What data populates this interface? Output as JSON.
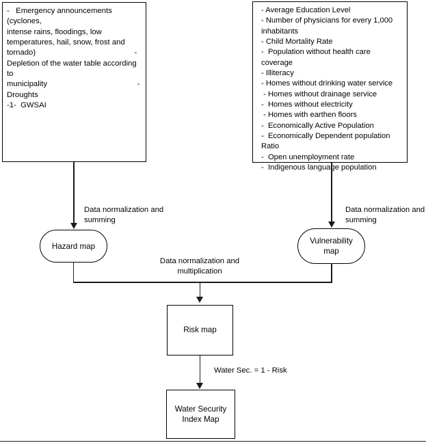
{
  "diagram": {
    "title": "GWSAI Water Security Index workflow",
    "hazard_inputs": {
      "lines": [
        "-   Emergency announcements (cyclones,",
        "intense rains, floodings, low",
        "temperatures, hail, snow, frost and",
        "tornado)                                              -",
        "Depletion of the water table according to",
        "municipality                                          -",
        "Droughts",
        "-1-  GWSAI"
      ]
    },
    "vulnerability_inputs": {
      "lines": [
        "- Average Education Level",
        "- Number of physicians for every 1,000",
        "inhabitants",
        "- Child Mortality Rate",
        "-  Population without health care coverage",
        "- Illiteracy",
        "- Homes without drinking water service",
        " - Homes without drainage service",
        "-  Homes without electricity",
        " - Homes with earthen floors",
        "-  Economically Active Population",
        "-  Economically Dependent population Ratio",
        "-  Open unemployment rate",
        "-  Indigenous language population"
      ]
    },
    "nodes": {
      "hazard_map": "Hazard map",
      "vulnerability_map": "Vulnerability\nmap",
      "risk_map": "Risk map",
      "water_security_index_map": "Water Security\nIndex Map"
    },
    "edge_labels": {
      "hazard_process": "Data normalization and\nsumming",
      "vulnerability_process": "Data normalization and\nsumming",
      "risk_process": "Data normalization and\nmultiplication",
      "water_security_formula": "Water Sec. = 1 - Risk"
    },
    "colors": {
      "stroke": "#000000",
      "connector": "#1a1a1a",
      "background": "#ffffff"
    }
  }
}
